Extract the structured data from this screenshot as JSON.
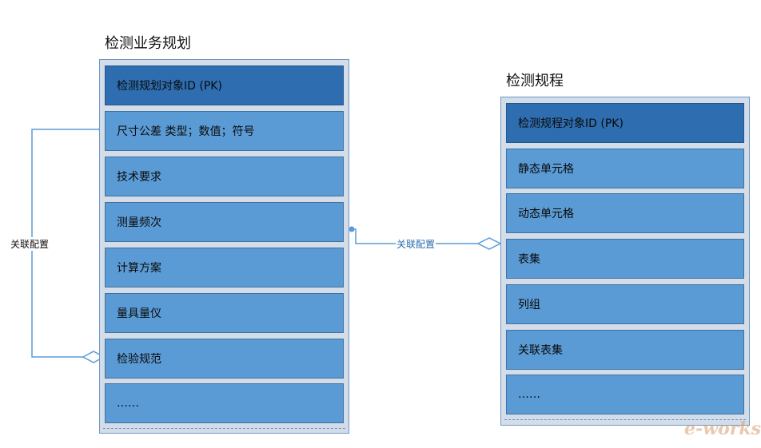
{
  "left_entity": {
    "title": "检测业务规划",
    "fields": [
      "检测规划对象ID (PK)",
      "尺寸公差 类型；数值；符号",
      "技术要求",
      "测量频次",
      "计算方案",
      "量具量仪",
      "检验规范",
      "……"
    ]
  },
  "right_entity": {
    "title": "检测规程",
    "fields": [
      "检测规程对象ID (PK)",
      "静态单元格",
      "动态单元格",
      "表集",
      "列组",
      "关联表集",
      "……"
    ]
  },
  "connectors": {
    "left_self_label": "关联配置",
    "between_label": "关联配置"
  },
  "watermark": "e-works",
  "colors": {
    "pk_fill": "#2e6db0",
    "field_fill": "#5b9bd5",
    "entity_bg": "#d3dde9",
    "line": "#5b9bd5"
  }
}
